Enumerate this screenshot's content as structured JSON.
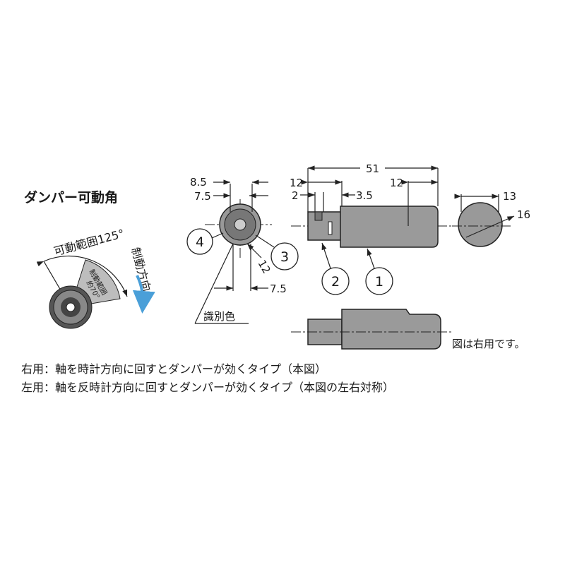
{
  "title": "ダンパー可動角",
  "angle_figure": {
    "movable_range": "可動範囲125°",
    "braking_range": "制動範囲",
    "braking_approx": "約70°",
    "braking_direction": "制動方向",
    "arrow_color": "#4a9fd8"
  },
  "front_view": {
    "dims": {
      "top1": "8.5",
      "top2": "7.5",
      "diag": "12",
      "bottom": "7.5"
    },
    "callouts": {
      "c4": "4",
      "c3": "3"
    },
    "color_label": "識別色"
  },
  "side_view": {
    "dims": {
      "overall": "51",
      "left": "12",
      "right": "12",
      "small_a": "2",
      "small_b": "3.5"
    },
    "callouts": {
      "c2": "2",
      "c1": "1"
    }
  },
  "end_view": {
    "dims": {
      "width": "13",
      "diameter": "16"
    }
  },
  "note_right_hand": "図は右用です。",
  "descriptions": [
    "右用：軸を時計方向に回すとダンパーが効くタイプ（本図）",
    "左用：軸を反時計方向に回すとダンパーが効くタイプ（本図の左右対称）"
  ]
}
